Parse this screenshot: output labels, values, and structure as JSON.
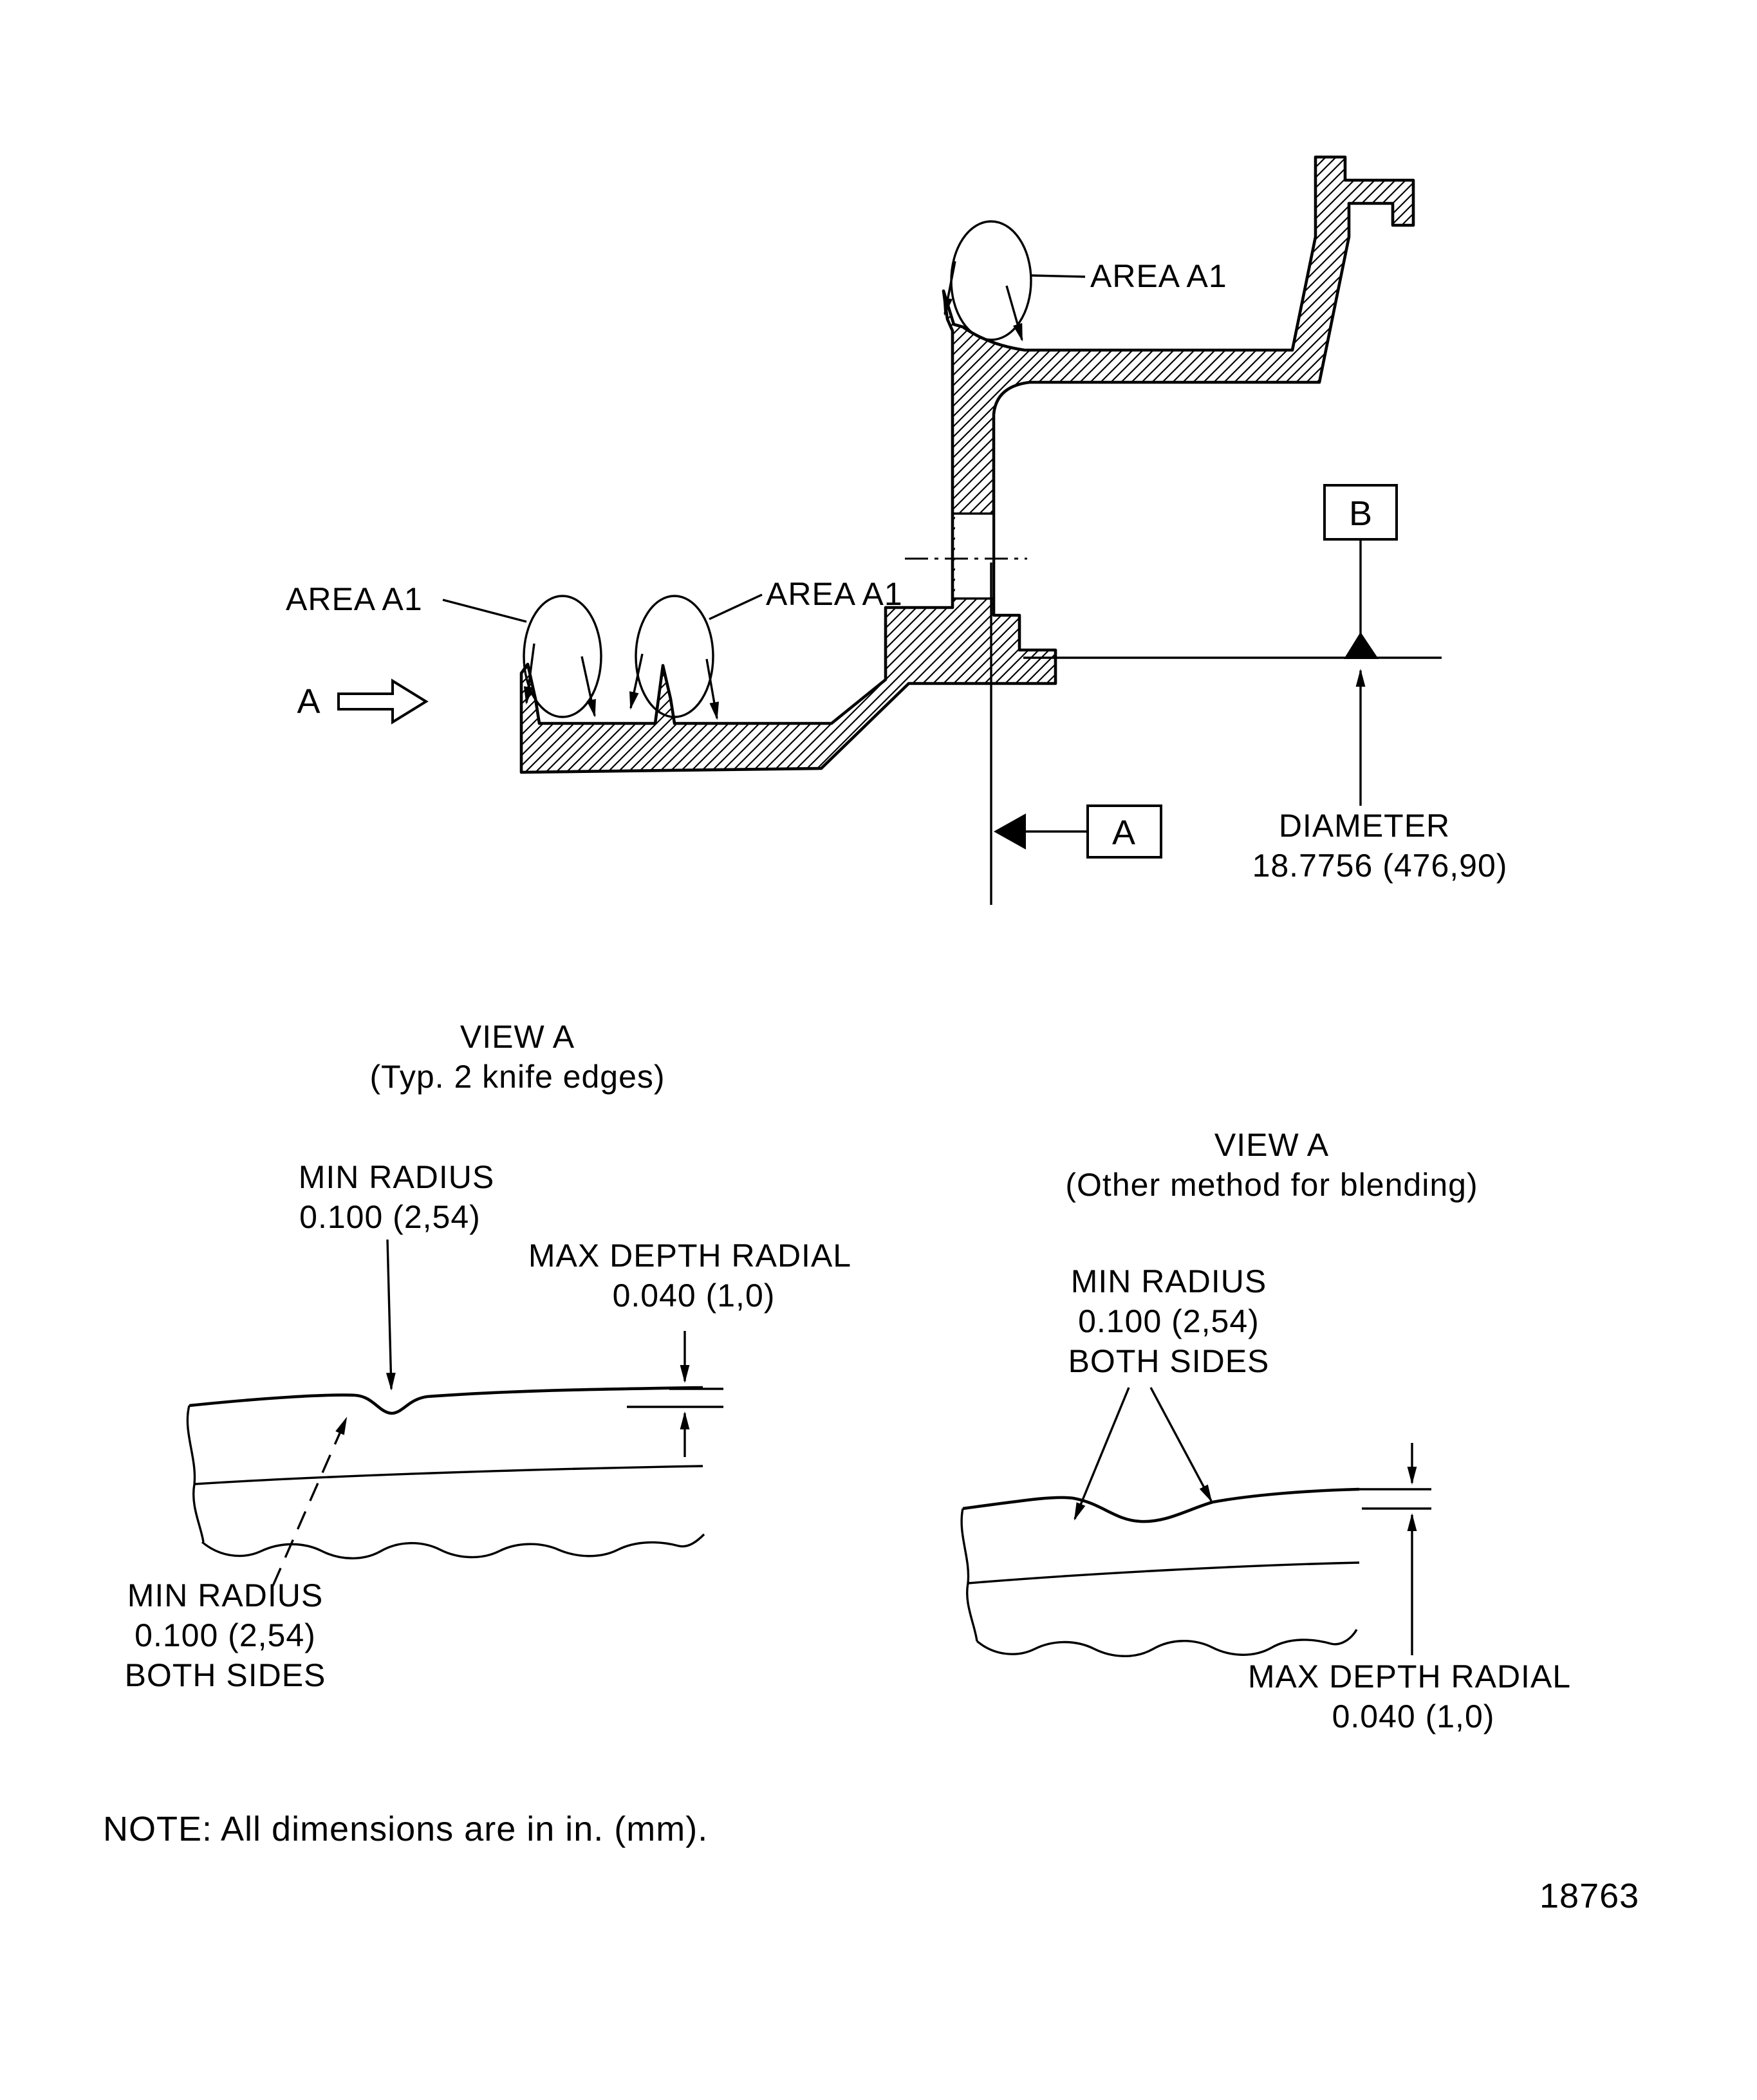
{
  "figure": {
    "note": "NOTE: All dimensions are in in. (mm).",
    "number": "18763",
    "colors": {
      "ink": "#000000",
      "paper": "#ffffff"
    },
    "cross_section": {
      "area_label": "AREA A1",
      "view_arrow_letter": "A",
      "datum_a": "A",
      "datum_b": "B",
      "diameter_label": "DIAMETER",
      "diameter_value": "18.7756 (476,90)"
    },
    "view_a_left": {
      "title": "VIEW A",
      "subtitle": "(Typ. 2 knife edges)",
      "min_radius_top": [
        "MIN RADIUS",
        "0.100 (2,54)"
      ],
      "max_depth": [
        "MAX DEPTH RADIAL",
        "0.040 (1,0)"
      ],
      "min_radius_bottom": [
        "MIN RADIUS",
        "0.100 (2,54)",
        "BOTH SIDES"
      ]
    },
    "view_a_right": {
      "title": "VIEW A",
      "subtitle": "(Other method for blending)",
      "min_radius": [
        "MIN RADIUS",
        "0.100 (2,54)",
        "BOTH SIDES"
      ],
      "max_depth": [
        "MAX DEPTH RADIAL",
        "0.040 (1,0)"
      ]
    }
  }
}
